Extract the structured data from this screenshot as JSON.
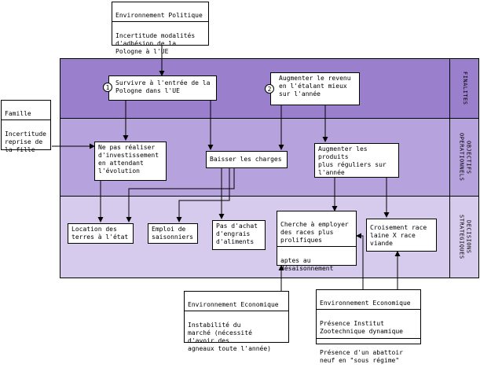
{
  "colors": {
    "band_top": "#9a7fcc",
    "band_mid": "#b6a2dc",
    "band_bottom": "#d6cbec",
    "line": "#000000",
    "box": "#ffffff"
  },
  "bands": {
    "finalites": "FINALITES",
    "objectifs": "OBJECTIFS\nOPERATIONNELS",
    "decisions": "DECISIONS\nSTRATEGIQUES"
  },
  "env_politique": {
    "title": "Environnement Politique",
    "body": "Incertitude modalités\nd'adhésion de la\nPologne à l'UE"
  },
  "famille": {
    "title": "Famille",
    "body": "Incertitude\nreprise de\nla fille"
  },
  "finalites": {
    "goal1_number": "1",
    "goal1": "Survivre à l'entrée de la\nPologne dans l'UE",
    "goal2_number": "2",
    "goal2": "Augmenter le revenu\nen l'étalant mieux\nsur l'année"
  },
  "objectifs": {
    "no_invest": "Ne pas réaliser\nd'investissement\nen attendant\nl'évolution",
    "lower_costs": "Baisser les charges",
    "increase_products": "Augmenter les produits\nplus réguliers sur\nl'année"
  },
  "decisions": {
    "land_rental": "Location des\nterres à l'état",
    "seasonal_workers": "Emploi de\nsaisonniers",
    "no_fertilizer": "Pas d'achat\nd'engrais\nd'aliments",
    "breeds_title": "Cherche à employer\ndes races plus\nprolifiques",
    "breeds_body": "aptes au\ndésaisonnement",
    "crossbreeding": "Croisement race\nlaine X race\nviande"
  },
  "env_eco_left": {
    "title": "Environnement Economique",
    "body": "Instabilité du\nmarché (nécessité\nd'avoir des\nagneaux toute l'année)"
  },
  "env_eco_right": {
    "title": "Environnement Economique",
    "body1": "Présence Institut\nZootechnique dynamique",
    "body2": "Présence d'un abattoir\nneuf en \"sous régime\""
  }
}
